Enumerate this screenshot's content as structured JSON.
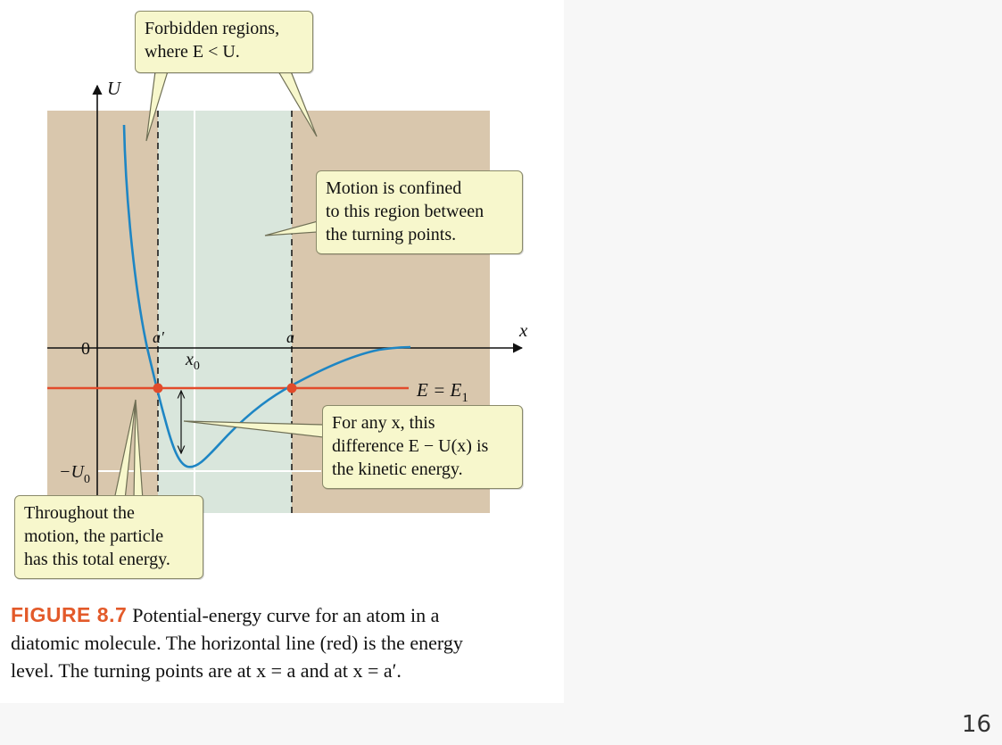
{
  "diagram": {
    "axes": {
      "y_label": "U",
      "x_label": "x",
      "zero_label": "0",
      "min_label": "−U",
      "min_label_sub": "0",
      "x0_label": "x",
      "x0_sub": "0",
      "turning_left_label": "a′",
      "turning_right_label": "a"
    },
    "energy_level": {
      "label": "E = E",
      "label_sub": "1"
    },
    "callouts": {
      "forbidden": [
        "Forbidden regions,",
        "where E < U."
      ],
      "confined": [
        "Motion is confined",
        "to this region between",
        "the turning points."
      ],
      "kinetic": [
        "For any x, this",
        "difference E − U(x) is",
        "the kinetic energy."
      ],
      "total": [
        "Throughout the",
        "motion, the particle",
        "has this total energy."
      ]
    },
    "colors": {
      "forbidden_region": "#d9c7ad",
      "allowed_region": "#d9e6dc",
      "curve": "#1e86c4",
      "energy_line": "#e24b2b",
      "callout_fill": "#f7f7cc",
      "caption_label": "#e35a2a"
    }
  },
  "caption": {
    "label": "FIGURE 8.7",
    "line1": "Potential-energy curve for an atom in a",
    "line2": "diatomic molecule. The horizontal line (red) is the energy",
    "line3": "level. The turning points are at x = a and at x = a′."
  },
  "page_number": "16"
}
